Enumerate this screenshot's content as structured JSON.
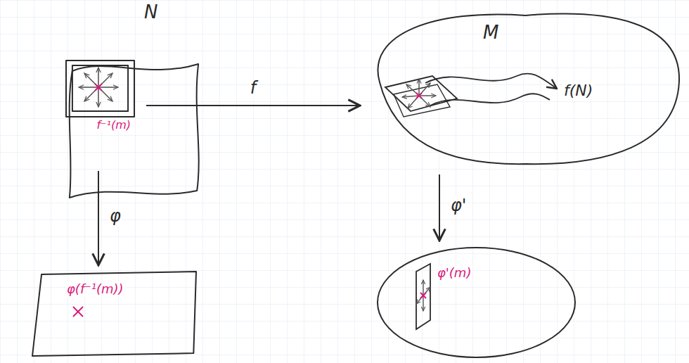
{
  "diagram": {
    "nodes": [
      {
        "text": [
          "N"
        ]
      },
      {
        "text": [
          "f⁻¹(m)"
        ],
        "in": 0
      },
      {
        "text": [
          "M"
        ]
      },
      {
        "text": [
          "φ(f⁻¹(m))"
        ]
      },
      {
        "text": [
          "φ'(m)"
        ]
      }
    ],
    "edges": [
      {
        "from": 0,
        "to": 2,
        "arrow": "to",
        "label": "f"
      },
      {
        "from": 0,
        "to": 3,
        "arrow": "to",
        "label": "φ"
      },
      {
        "from": 2,
        "to": 4,
        "arrow": "to",
        "label": "φ'"
      }
    ],
    "labels": [
      "f(N)"
    ]
  }
}
